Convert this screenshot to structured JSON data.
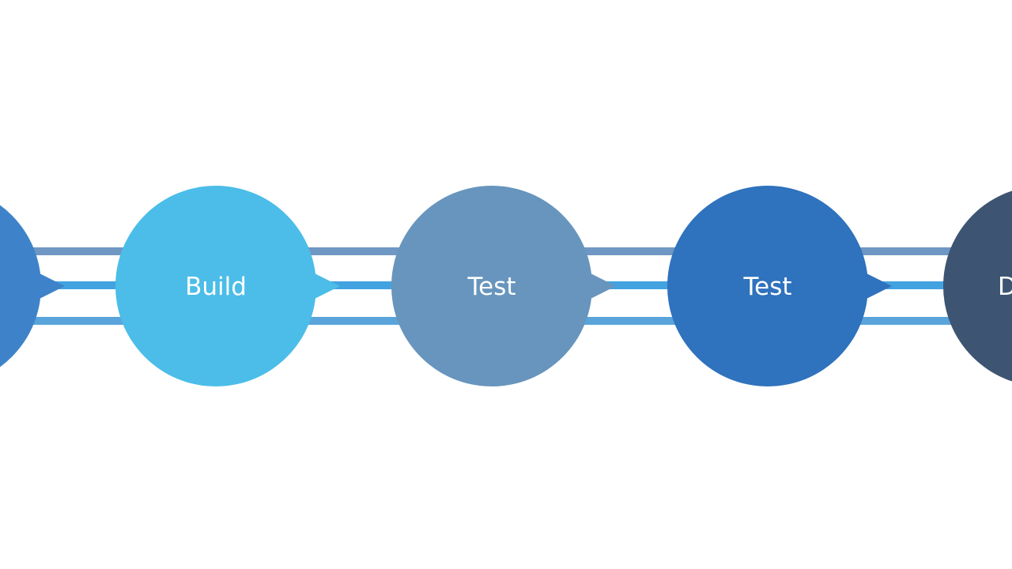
{
  "stages": [
    {
      "label": "",
      "color": "#3e83c9"
    },
    {
      "label": "Build",
      "color": "#4bbde8"
    },
    {
      "label": "Test",
      "color": "#6795bd"
    },
    {
      "label": "Test",
      "color": "#2f72bd"
    },
    {
      "label": "D",
      "color": "#3d5572"
    }
  ],
  "connector_colors": {
    "top": "#6f97c4",
    "middle": "#43a3e0",
    "bottom": "#5aa4dc"
  }
}
